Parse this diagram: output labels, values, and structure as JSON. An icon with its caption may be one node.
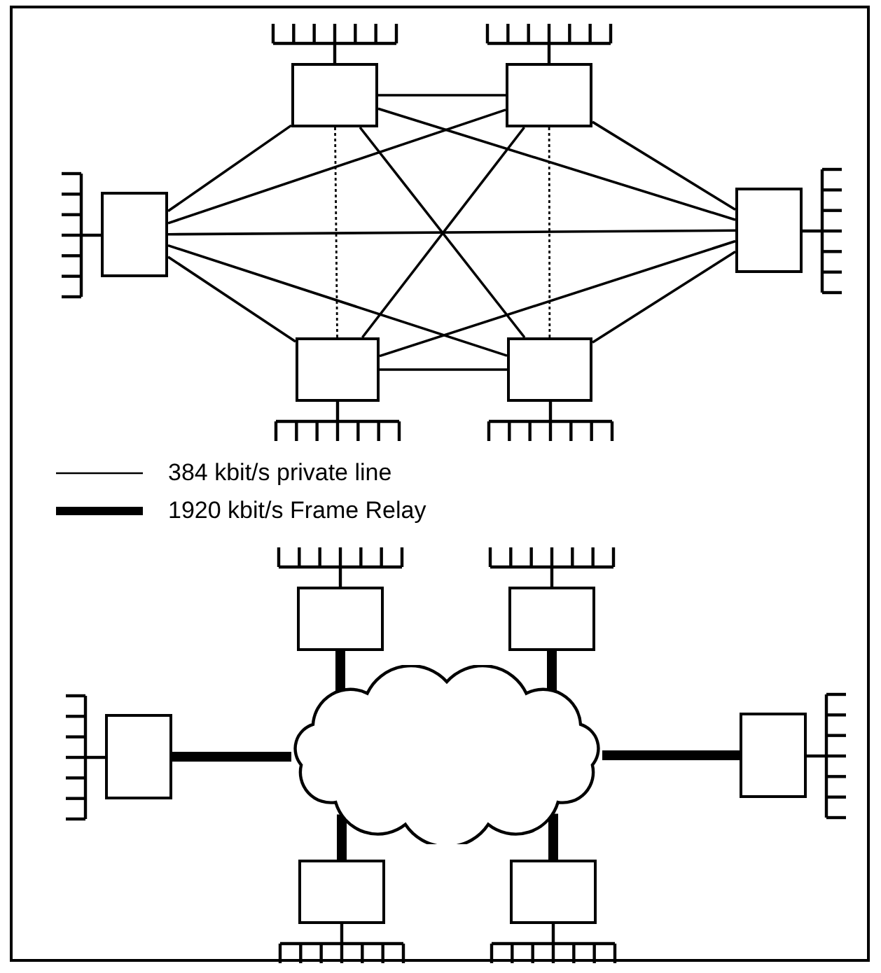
{
  "diagram": {
    "nodes": [
      {
        "text": [],
        "shape": "box"
      },
      {
        "text": [],
        "shape": "box"
      },
      {
        "text": [],
        "shape": "box"
      },
      {
        "text": [],
        "shape": "box"
      },
      {
        "text": [],
        "shape": "box"
      },
      {
        "text": [],
        "shape": "box"
      },
      {
        "text": [],
        "shape": "box"
      },
      {
        "text": [],
        "shape": "box"
      },
      {
        "text": [],
        "shape": "box"
      },
      {
        "text": [],
        "shape": "cloud"
      },
      {
        "text": [],
        "shape": "box"
      },
      {
        "text": [],
        "shape": "box"
      },
      {
        "text": [],
        "shape": "box"
      }
    ],
    "edges": [
      {
        "from": 0,
        "to": 1,
        "arrow": "none"
      },
      {
        "from": 0,
        "to": 2,
        "arrow": "none"
      },
      {
        "from": 0,
        "to": 3,
        "arrow": "none"
      },
      {
        "from": 0,
        "to": 4,
        "arrow": "none",
        "style": "dashed"
      },
      {
        "from": 0,
        "to": 5,
        "arrow": "none"
      },
      {
        "from": 1,
        "to": 2,
        "arrow": "none"
      },
      {
        "from": 1,
        "to": 3,
        "arrow": "none"
      },
      {
        "from": 1,
        "to": 4,
        "arrow": "none"
      },
      {
        "from": 1,
        "to": 5,
        "arrow": "none",
        "style": "dashed"
      },
      {
        "from": 2,
        "to": 3,
        "arrow": "none"
      },
      {
        "from": 2,
        "to": 4,
        "arrow": "none"
      },
      {
        "from": 2,
        "to": 5,
        "arrow": "none"
      },
      {
        "from": 3,
        "to": 4,
        "arrow": "none"
      },
      {
        "from": 3,
        "to": 5,
        "arrow": "none"
      },
      {
        "from": 4,
        "to": 5,
        "arrow": "none"
      },
      {
        "from": 6,
        "to": 9,
        "arrow": "none",
        "style": "thick"
      },
      {
        "from": 7,
        "to": 9,
        "arrow": "none",
        "style": "thick"
      },
      {
        "from": 8,
        "to": 9,
        "arrow": "none",
        "style": "thick"
      },
      {
        "from": 10,
        "to": 9,
        "arrow": "none",
        "style": "thick"
      },
      {
        "from": 11,
        "to": 9,
        "arrow": "none",
        "style": "thick"
      },
      {
        "from": 12,
        "to": 9,
        "arrow": "none",
        "style": "thick"
      }
    ],
    "legend": [
      {
        "text": "384 kbit/s private line"
      },
      {
        "text": "1920 kbit/s Frame Relay"
      }
    ]
  }
}
